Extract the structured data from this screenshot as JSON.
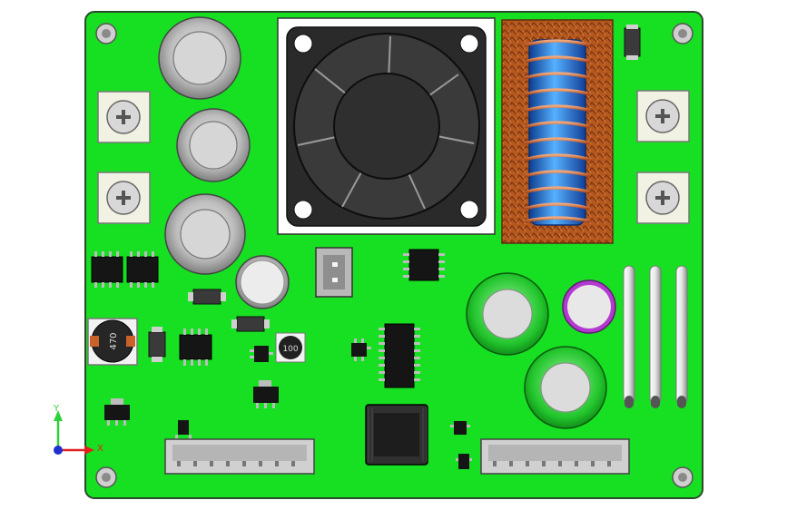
{
  "colors": {
    "pcb": "#17e022",
    "pcb_edge": "#2a4a2a",
    "background": "#ffffff",
    "copper": "#c8622a",
    "coil_blue": "#2f7fe0",
    "ic_black": "#151515",
    "cap_green": "#1fc82b",
    "cap_purple": "#b23ad0"
  },
  "components": {
    "inductor_label": "470",
    "small_inductor_label": "100"
  },
  "axis_triad": {
    "y_label": "Y",
    "x_label": "X"
  }
}
